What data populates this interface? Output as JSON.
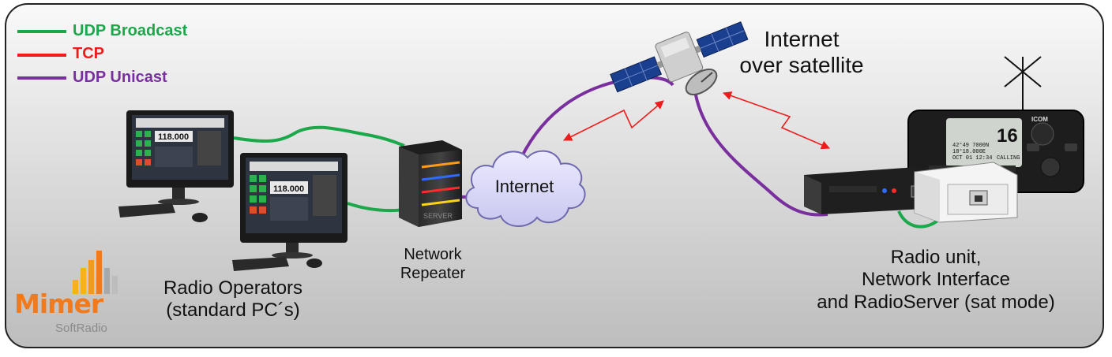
{
  "legend": {
    "items": [
      {
        "label": "UDP Broadcast",
        "color": "#1aa84a"
      },
      {
        "label": "TCP",
        "color": "#ee1c1c"
      },
      {
        "label": "UDP Unicast",
        "color": "#7a2f9e"
      }
    ]
  },
  "nodes": {
    "operators": {
      "line1": "Radio Operators",
      "line2": "(standard PC´s)"
    },
    "repeater": {
      "line1": "Network",
      "line2": "Repeater",
      "box_text": "SERVER"
    },
    "cloud": {
      "label": "Internet"
    },
    "satellite": {
      "line1": "Internet",
      "line2": "over satellite"
    },
    "radio": {
      "line1": "Radio unit,",
      "line2": "Network Interface",
      "line3": "and RadioServer (sat mode)"
    }
  },
  "screens": {
    "freq": "118.000"
  },
  "radio_display": {
    "channel": "16",
    "brand": "ICOM",
    "lines": [
      "42°49 7000N",
      "18°18.000E",
      "OCT 01 12:34",
      "CALLING"
    ]
  },
  "logo": {
    "brand": "Mimer",
    "sub": "SoftRadio"
  },
  "colors": {
    "background_top": "#f9f9f9",
    "background_bottom": "#bdbdbd",
    "border": "#222222"
  }
}
